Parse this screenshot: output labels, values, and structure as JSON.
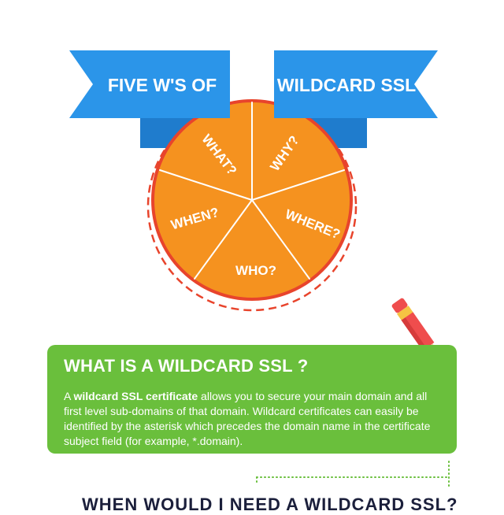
{
  "banner": {
    "left_text": "FIVE W'S OF",
    "right_text": "WILDCARD SSL",
    "colors": {
      "front": "#2b95e9",
      "back": "#1f7ccd"
    }
  },
  "wheel": {
    "colors": {
      "fill": "#f5921f",
      "ring": "#e8442c",
      "dash": "#e8442c"
    },
    "segments": [
      {
        "label": "WHAT?"
      },
      {
        "label": "WHY?"
      },
      {
        "label": "WHERE?"
      },
      {
        "label": "WHO?"
      },
      {
        "label": "WHEN?"
      }
    ]
  },
  "card": {
    "title": "WHAT IS A WILDCARD SSL ?",
    "body_prefix": "A ",
    "body_bold": "wildcard SSL certificate",
    "body_rest": " allows you to secure your main domain and all first level sub-domains of that domain. Wildcard certificates can easily be identified by the asterisk which precedes the domain name in the certificate subject field (for example, *.domain).",
    "color": "#6abf3c"
  },
  "next_section": {
    "title": "WHEN WOULD I NEED A WILDCARD SSL?"
  },
  "icons": [
    "pencil-icon"
  ]
}
